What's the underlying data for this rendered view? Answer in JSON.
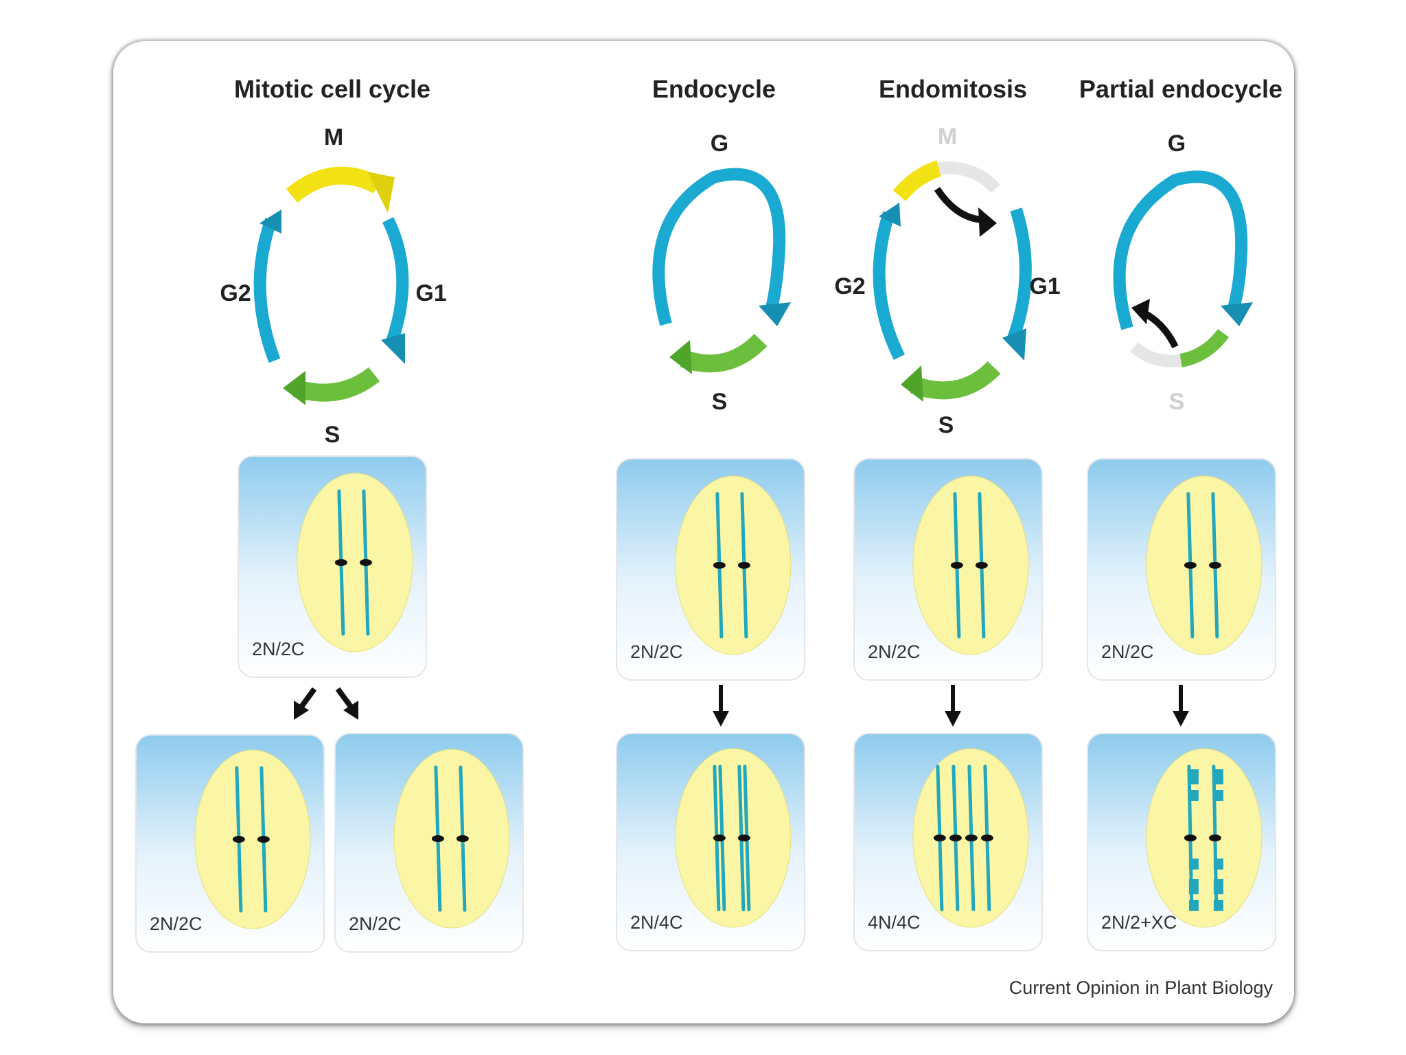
{
  "columns": [
    {
      "title": "Mitotic cell cycle",
      "phases": [
        "M",
        "G2",
        "G1",
        "S"
      ]
    },
    {
      "title": "Endocycle",
      "phases": [
        "G",
        "S"
      ]
    },
    {
      "title": "Endomitosis",
      "phases": [
        "M",
        "G2",
        "G1",
        "S"
      ]
    },
    {
      "title": "Partial endocycle",
      "phases": [
        "G",
        "S"
      ]
    }
  ],
  "cells": {
    "mitotic_parent": "2N/2C",
    "mitotic_daughter_left": "2N/2C",
    "mitotic_daughter_right": "2N/2C",
    "endocycle_before": "2N/2C",
    "endocycle_after": "2N/4C",
    "endomitosis_before": "2N/2C",
    "endomitosis_after": "4N/4C",
    "partial_before": "2N/2C",
    "partial_after": "2N/2+XC"
  },
  "credit": "Current Opinion in Plant Biology",
  "colors": {
    "cycle_blue": "#1aa9d1",
    "m_phase_yellow": "#f2e213",
    "s_phase_green": "#6bbf3c",
    "nucleus": "#fbf6a6",
    "cell_top": "#9fd0ee",
    "chromosome": "#23a7bd",
    "faded": "#d8d8d8"
  }
}
